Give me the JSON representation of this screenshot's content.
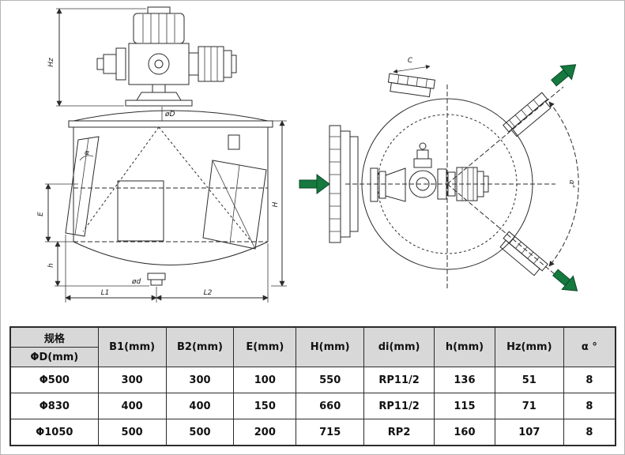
{
  "diagram": {
    "arrow_color": "#16793f",
    "labels": {
      "Hz": "Hz",
      "oD": "øD",
      "H": "H",
      "E": "E",
      "h": "h",
      "L1": "L1",
      "L2": "L2",
      "od": "ød",
      "alpha": "α",
      "C": "C",
      "alphaArc": "α°"
    }
  },
  "table": {
    "header": {
      "spec_label": "规格",
      "diameter_label": "ΦD(mm)",
      "columns": [
        "B1(mm)",
        "B2(mm)",
        "E(mm)",
        "H(mm)",
        "di(mm)",
        "h(mm)",
        "Hz(mm)",
        "α °"
      ]
    },
    "rows": [
      [
        "Φ500",
        "300",
        "300",
        "100",
        "550",
        "RP11/2",
        "136",
        "51",
        "8"
      ],
      [
        "Φ830",
        "400",
        "400",
        "150",
        "660",
        "RP11/2",
        "115",
        "71",
        "8"
      ],
      [
        "Φ1050",
        "500",
        "500",
        "200",
        "715",
        "RP2",
        "160",
        "107",
        "8"
      ]
    ]
  }
}
